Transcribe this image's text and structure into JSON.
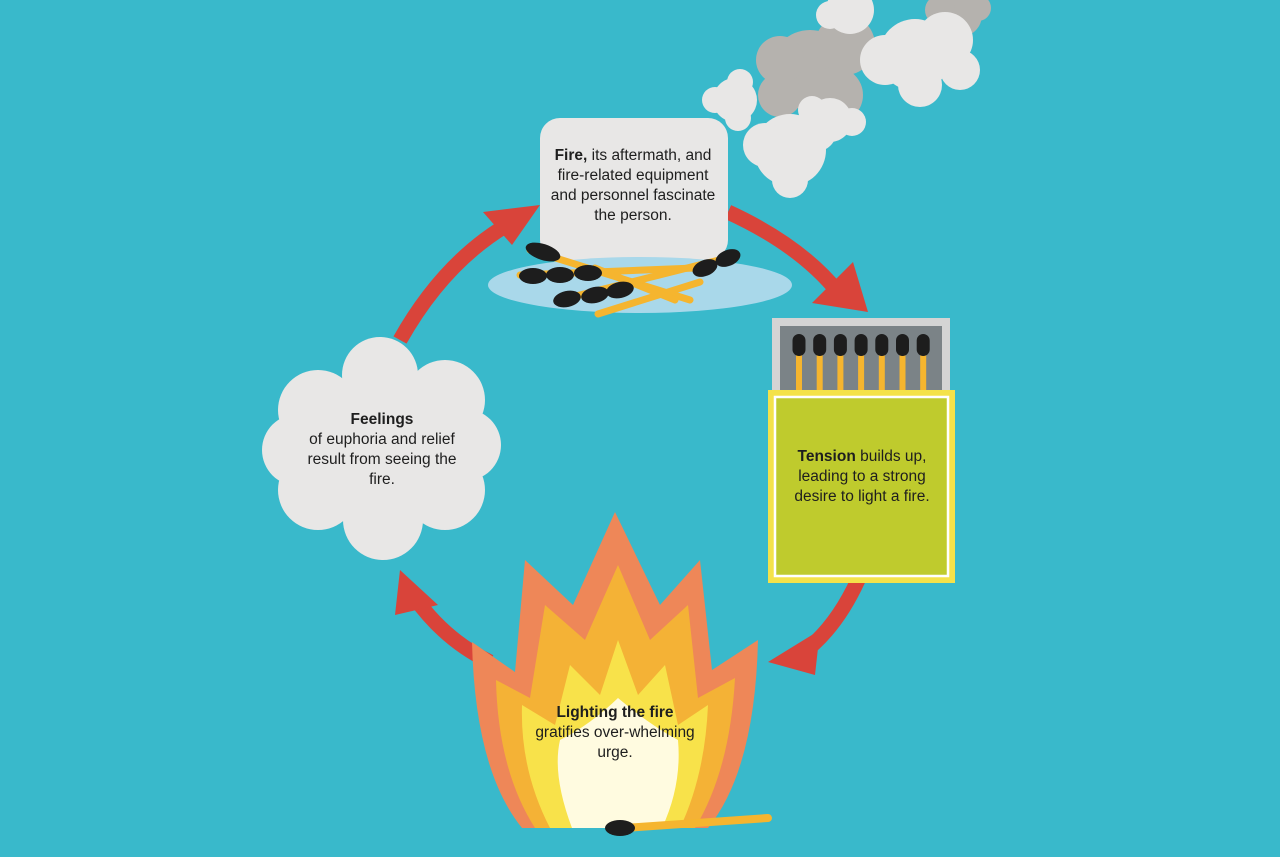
{
  "colors": {
    "background": "#39b9cb",
    "arrow": "#d9443a",
    "flame_outer": "#ee8758",
    "flame_mid": "#f4b236",
    "flame_inner": "#f8e24a",
    "flame_core": "#fffbe0",
    "matchbox_label": "#bfcb2d",
    "matchbox_border": "#f4e24a",
    "cloud_light": "#e8e7e6",
    "cloud_dark": "#b5b2ae",
    "match_stick": "#f5b52f",
    "match_head": "#1d1d1d"
  },
  "steps": {
    "fire": {
      "bold": "Fire,",
      "text": " its aftermath, and fire-related equipment and personnel fascinate the person."
    },
    "tension": {
      "bold": "Tension",
      "text": " builds up, leading to a strong desire to light a fire."
    },
    "lighting": {
      "bold": "Lighting the fire",
      "text": " gratifies over-whelming urge."
    },
    "feelings": {
      "bold": "Feelings",
      "text": " of euphoria and relief result from seeing the fire."
    }
  },
  "icons": {
    "fire_step": "campfire-icon",
    "tension_step": "matchbox-icon",
    "lighting_step": "flame-icon",
    "feelings_step": "cloud-icon",
    "smoke": "smoke-clouds-icon"
  }
}
